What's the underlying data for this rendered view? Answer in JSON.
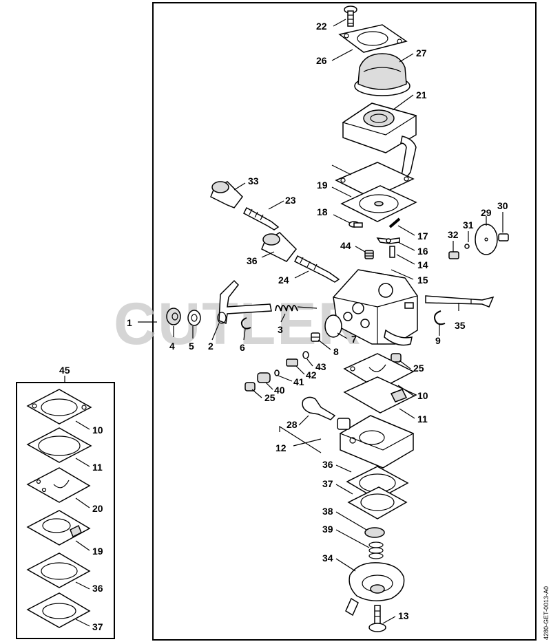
{
  "watermark": "CUTLERS",
  "drawing_code": "4280-GET-0013-A0",
  "kit_label": "45",
  "callouts": [
    {
      "id": "1",
      "text": "1"
    },
    {
      "id": "2",
      "text": "2"
    },
    {
      "id": "3",
      "text": "3"
    },
    {
      "id": "4",
      "text": "4"
    },
    {
      "id": "5",
      "text": "5"
    },
    {
      "id": "6",
      "text": "6"
    },
    {
      "id": "7",
      "text": "7"
    },
    {
      "id": "8",
      "text": "8"
    },
    {
      "id": "9",
      "text": "9"
    },
    {
      "id": "10a",
      "text": "10"
    },
    {
      "id": "11a",
      "text": "11"
    },
    {
      "id": "12",
      "text": "12"
    },
    {
      "id": "13",
      "text": "13"
    },
    {
      "id": "14",
      "text": "14"
    },
    {
      "id": "15",
      "text": "15"
    },
    {
      "id": "16",
      "text": "16"
    },
    {
      "id": "17",
      "text": "17"
    },
    {
      "id": "18",
      "text": "18"
    },
    {
      "id": "19a",
      "text": "19"
    },
    {
      "id": "20a",
      "text": "20"
    },
    {
      "id": "21",
      "text": "21"
    },
    {
      "id": "22",
      "text": "22"
    },
    {
      "id": "23",
      "text": "23"
    },
    {
      "id": "24",
      "text": "24"
    },
    {
      "id": "25a",
      "text": "25"
    },
    {
      "id": "25b",
      "text": "25"
    },
    {
      "id": "26",
      "text": "26"
    },
    {
      "id": "27",
      "text": "27"
    },
    {
      "id": "28",
      "text": "28"
    },
    {
      "id": "29",
      "text": "29"
    },
    {
      "id": "30",
      "text": "30"
    },
    {
      "id": "31",
      "text": "31"
    },
    {
      "id": "32",
      "text": "32"
    },
    {
      "id": "33",
      "text": "33"
    },
    {
      "id": "34",
      "text": "34"
    },
    {
      "id": "35",
      "text": "35"
    },
    {
      "id": "36a",
      "text": "36"
    },
    {
      "id": "36b",
      "text": "36"
    },
    {
      "id": "37a",
      "text": "37"
    },
    {
      "id": "38",
      "text": "38"
    },
    {
      "id": "39",
      "text": "39"
    },
    {
      "id": "40",
      "text": "40"
    },
    {
      "id": "41",
      "text": "41"
    },
    {
      "id": "42",
      "text": "42"
    },
    {
      "id": "43",
      "text": "43"
    },
    {
      "id": "44",
      "text": "44"
    },
    {
      "id": "k10",
      "text": "10"
    },
    {
      "id": "k11",
      "text": "11"
    },
    {
      "id": "k20",
      "text": "20"
    },
    {
      "id": "k19",
      "text": "19"
    },
    {
      "id": "k36",
      "text": "36"
    },
    {
      "id": "k37",
      "text": "37"
    }
  ]
}
